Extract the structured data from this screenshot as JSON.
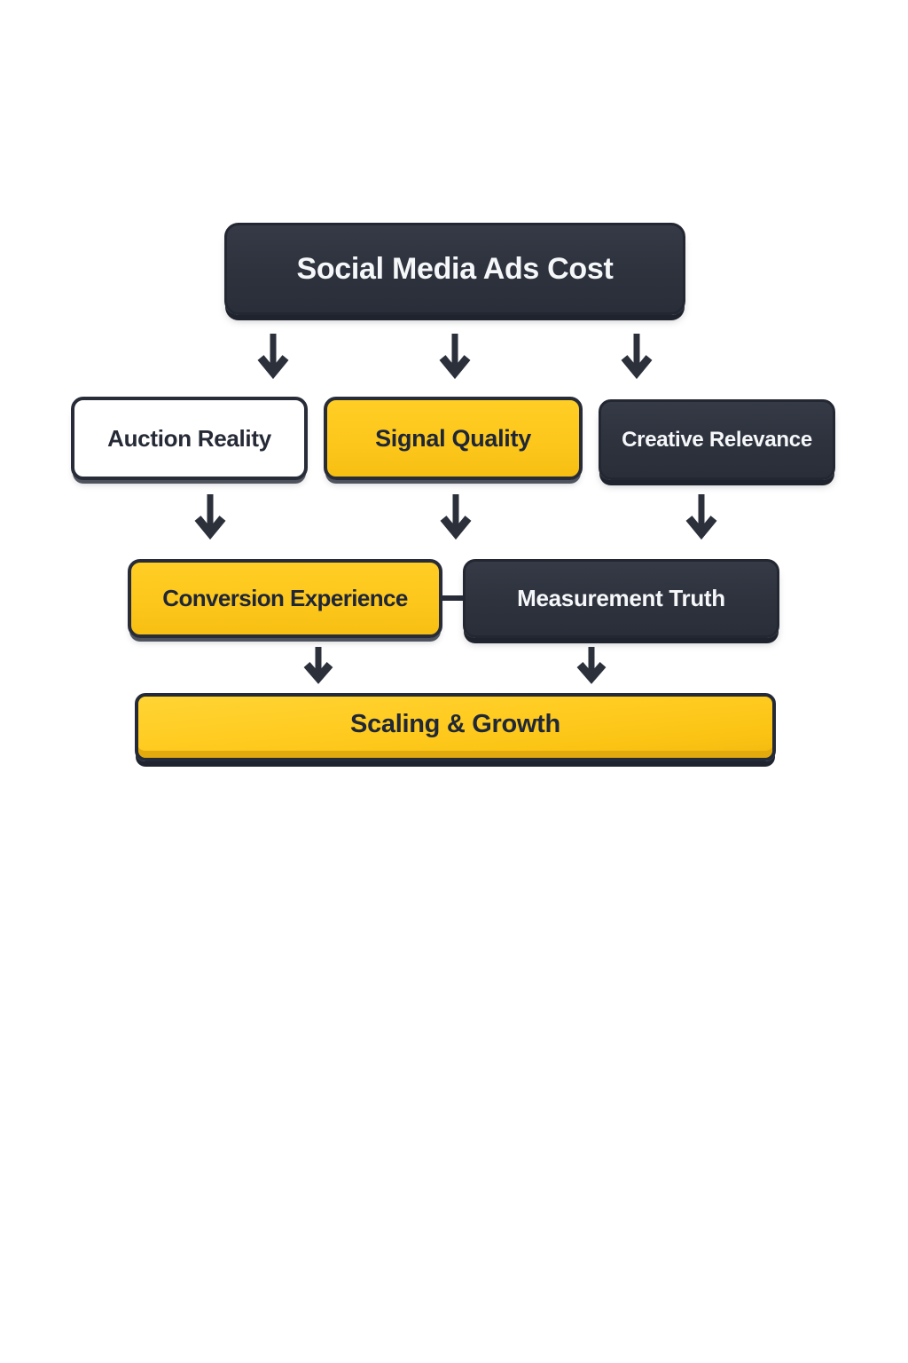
{
  "diagram": {
    "kind": "flowchart",
    "background": "#ffffff",
    "nodes": {
      "root": {
        "label": "Social Media Ads Cost",
        "variant": "dark"
      },
      "auction_reality": {
        "label": "Auction Reality",
        "variant": "white"
      },
      "signal_quality": {
        "label": "Signal Quality",
        "variant": "yellow"
      },
      "creative_relevance": {
        "label": "Creative Relevance",
        "variant": "dark"
      },
      "conversion_experience": {
        "label": "Conversion Experience",
        "variant": "yellow"
      },
      "measurement_truth": {
        "label": "Measurement Truth",
        "variant": "dark"
      },
      "scaling_growth": {
        "label": "Scaling & Growth",
        "variant": "yellow-banner"
      }
    },
    "edges": [
      {
        "from": "root",
        "to": "auction_reality",
        "style": "arrow-down"
      },
      {
        "from": "root",
        "to": "signal_quality",
        "style": "arrow-down"
      },
      {
        "from": "root",
        "to": "creative_relevance",
        "style": "arrow-down"
      },
      {
        "from": "auction_reality",
        "to": "conversion_experience",
        "style": "arrow-down"
      },
      {
        "from": "signal_quality",
        "to": "conversion_experience",
        "style": "arrow-down"
      },
      {
        "from": "creative_relevance",
        "to": "measurement_truth",
        "style": "arrow-down"
      },
      {
        "from": "conversion_experience",
        "to": "measurement_truth",
        "style": "plain-link"
      },
      {
        "from": "conversion_experience",
        "to": "scaling_growth",
        "style": "arrow-down"
      },
      {
        "from": "measurement_truth",
        "to": "scaling_growth",
        "style": "arrow-down"
      }
    ],
    "colors": {
      "dark_fill": "#2d323d",
      "dark_border": "#232732",
      "yellow_fill": "#fdc71c",
      "yellow_ledge": "#e3aa0e",
      "white_fill": "#ffffff",
      "text_on_dark": "#f6f7f9",
      "text_on_light": "#1e2637",
      "arrow_color": "#2b303b"
    }
  }
}
